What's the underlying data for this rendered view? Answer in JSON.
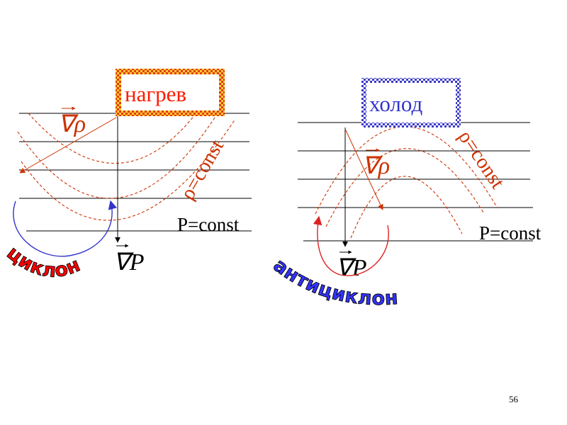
{
  "slide": {
    "page_number": "56"
  },
  "left_panel": {
    "source_label": "нагрев",
    "density_gradient_label": "∇ρ",
    "isopycnic_label": "ρ=const",
    "isobar_label": "P=const",
    "pressure_gradient_label": "∇P",
    "vortex_label": "циклон"
  },
  "right_panel": {
    "source_label": "холод",
    "density_gradient_label": "∇ρ",
    "isopycnic_label": "ρ=const",
    "isobar_label": "P=const",
    "pressure_gradient_label": "∇P",
    "vortex_label": "антициклон"
  },
  "colors": {
    "heating_text": "#ff1a00",
    "cooling_text": "#3333cc",
    "gradient_red": "#cc3300",
    "cyclone_text": "#ff0000",
    "anticyclone_text": "#3333ff",
    "cyclone_arrow": "#3333cc",
    "anticyclone_arrow": "#dd2222",
    "isobar": "#000000"
  }
}
